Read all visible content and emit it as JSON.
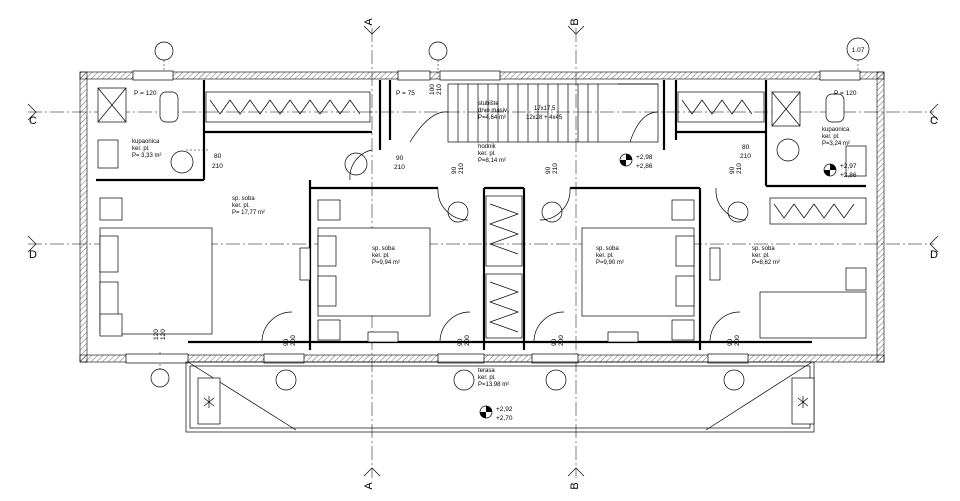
{
  "section_markers": {
    "a": "A",
    "b": "B",
    "c": "C",
    "d": "D"
  },
  "grid_tag": "1.07",
  "rooms": {
    "bath_left": {
      "name": "kupaonica",
      "floor": "ker. pl.",
      "area": "P= 3,33 m²"
    },
    "bedroom_1": {
      "name": "sp. soba",
      "floor": "ker. pl.",
      "area": "P= 17,77 m²"
    },
    "bedroom_2": {
      "name": "sp. soba",
      "floor": "ker. pl.",
      "area": "P=9,94 m²"
    },
    "bedroom_3": {
      "name": "sp. soba",
      "floor": "ker. pl.",
      "area": "P=9,90 m²"
    },
    "bedroom_4": {
      "name": "sp. soba",
      "floor": "ker. pl.",
      "area": "P=8,62 m²"
    },
    "bath_right": {
      "name": "kupaonica",
      "floor": "ker. pl.",
      "area": "P=3,24 m²"
    },
    "stairs": {
      "name": "stubište",
      "floor": "drvo masiv",
      "area": "P=4,64 m²",
      "spec1": "17x17,5",
      "spec2": "12x28 + 4x45"
    },
    "hall": {
      "name": "hodnik",
      "floor": "ker. pl.",
      "area": "P=8,14 m²"
    },
    "terrace": {
      "name": "terasa",
      "floor": "ker. pl.",
      "area": "P=13,98 m²"
    }
  },
  "dimensions": {
    "p120_left": "P = 120",
    "p120_right": "P = 120",
    "p75": "P = 75",
    "d80": "80",
    "d90": "90",
    "d100": "100",
    "d120": "120",
    "d210": "210",
    "d200": "200"
  },
  "levels": {
    "hall_top": "+2,98",
    "hall_bottom": "+2,86",
    "bath_top": "+2,97",
    "bath_bottom": "+2,86",
    "terrace_top": "+2,92",
    "terrace_bottom": "+2,70"
  }
}
